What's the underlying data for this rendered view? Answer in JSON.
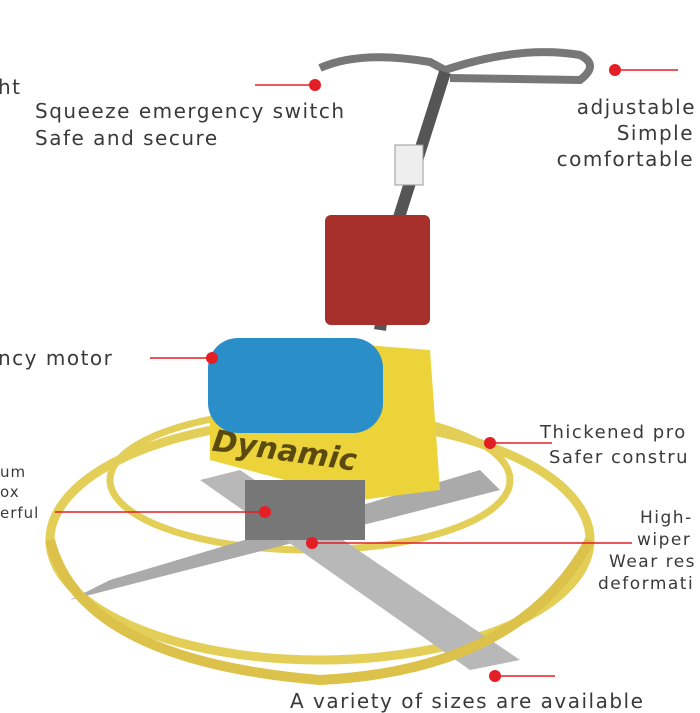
{
  "callouts": {
    "light": {
      "lines": [
        "ht"
      ]
    },
    "switch": {
      "lines": [
        "Squeeze emergency switch",
        "Safe and secure"
      ]
    },
    "handle": {
      "lines": [
        "adjustable",
        "Simple",
        "comfortable"
      ]
    },
    "motor": {
      "lines": [
        "ncy motor"
      ]
    },
    "gearbox": {
      "lines": [
        "um",
        "ox",
        "erful"
      ]
    },
    "guard": {
      "lines": [
        "Thickened pro",
        "Safer constru"
      ]
    },
    "blades": {
      "lines": [
        "High-",
        "wiper",
        "Wear res",
        "deformati"
      ]
    },
    "sizes": {
      "lines": [
        "A variety of sizes are available"
      ]
    }
  },
  "brand_logo": "Dynamic",
  "colors": {
    "accent": "#e31e24",
    "frame": "#e8d24a",
    "motor": "#2a8fc8",
    "box": "#a8302c"
  }
}
